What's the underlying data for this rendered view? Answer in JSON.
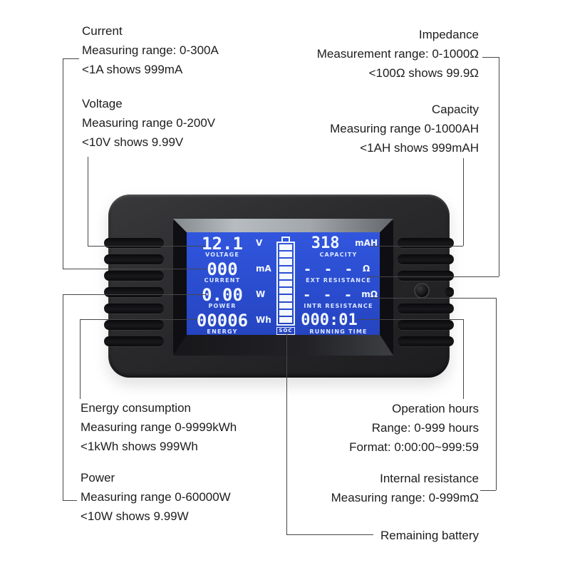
{
  "annotations": {
    "current": {
      "title": "Current",
      "range": "Measuring range: 0-300A",
      "note": "<1A shows 999mA"
    },
    "voltage": {
      "title": "Voltage",
      "range": "Measuring range 0-200V",
      "note": "<10V shows 9.99V"
    },
    "impedance": {
      "title": "Impedance",
      "range": "Measurement range: 0-1000Ω",
      "note": "<100Ω shows 99.9Ω"
    },
    "capacity": {
      "title": "Capacity",
      "range": "Measuring range 0-1000AH",
      "note": "<1AH shows 999mAH"
    },
    "energy": {
      "title": "Energy consumption",
      "range": "Measuring range 0-9999kWh",
      "note": "<1kWh shows 999Wh"
    },
    "power": {
      "title": "Power",
      "range": "Measuring range 0-60000W",
      "note": "<10W shows 9.99W"
    },
    "operation_hours": {
      "title": "Operation hours",
      "range": "Range: 0-999 hours",
      "format": "Format: 0:00:00~999:59"
    },
    "internal_resistance": {
      "title": "Internal resistance",
      "range": "Measuring range: 0-999mΩ"
    },
    "remaining_battery": {
      "title": "Remaining battery"
    }
  },
  "lcd": {
    "left_rows": [
      {
        "value": "12.1",
        "unit": "V",
        "label": "VOLTAGE"
      },
      {
        "value": "000",
        "unit": "mA",
        "label": "CURRENT"
      },
      {
        "value": "0.00",
        "unit": "W",
        "label": "POWER"
      },
      {
        "value": "00006",
        "unit": "Wh",
        "label": "ENERGY"
      }
    ],
    "right_rows": [
      {
        "value": "318",
        "unit": "mAH",
        "label": "CAPACITY"
      },
      {
        "value": "- - -",
        "unit": "Ω",
        "label": "EXT RESISTANCE"
      },
      {
        "value": "- - -",
        "unit": "mΩ",
        "label": "INTR RESISTANCE"
      },
      {
        "value": "000:01",
        "unit": "",
        "label": "RUNNING TIME"
      }
    ],
    "soc_label": "SOC"
  },
  "colors": {
    "lcd_blue": "#2a4cce",
    "device_body": "#28282a",
    "bezel_silver": "#a7acb1",
    "callout_line": "#474747",
    "annotation_text": "#1d1d1d"
  }
}
